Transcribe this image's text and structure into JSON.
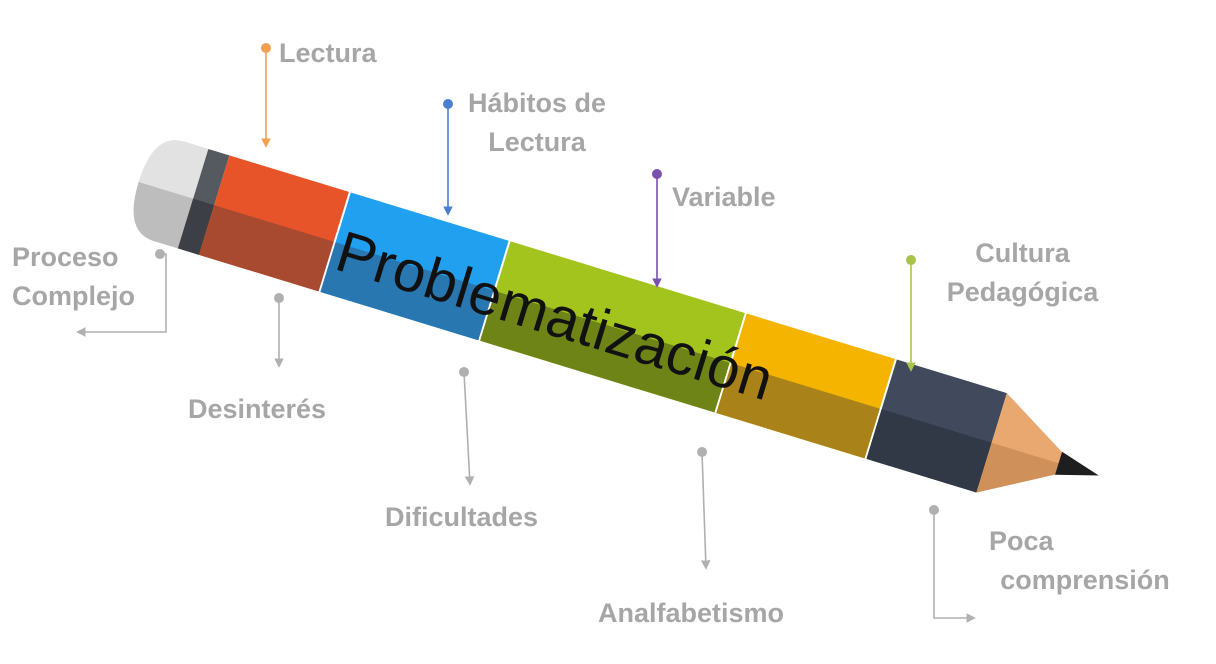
{
  "title": "Problematización",
  "labels": {
    "lectura": "Lectura",
    "habitos_line1": "Hábitos de",
    "habitos_line2": "Lectura",
    "variable": "Variable",
    "cultura_line1": "Cultura",
    "cultura_line2": "Pedagógica",
    "proceso_line1": "Proceso",
    "proceso_line2": "Complejo",
    "desinteres": "Desinterés",
    "dificultades": "Dificultades",
    "analfabetismo": "Analfabetismo",
    "poca_line1": "Poca",
    "poca_line2": "comprensión"
  },
  "colors": {
    "text": "#a6a6a6",
    "orange": "#e8542a",
    "blue": "#22a0f0",
    "green": "#a3c41c",
    "yellow": "#f5b400",
    "navy": "#404a5c",
    "wood": "#e9a870",
    "eraser": "#e2e2e2",
    "lectura_pointer": "#f0a050",
    "habitos_pointer": "#4a7fd0",
    "variable_pointer": "#7a4fb0",
    "cultura_pointer": "#a9c34a",
    "gray_pointer": "#b0b0b0"
  }
}
